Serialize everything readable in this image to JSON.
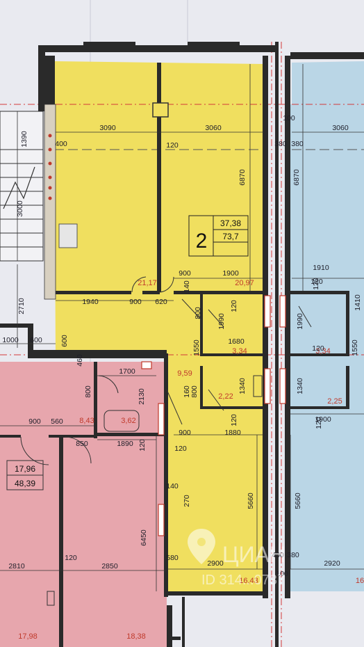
{
  "colors": {
    "paper": "#e9eaf0",
    "apartment_yellow": "#f0df5f",
    "apartment_pink": "#e7a6ad",
    "apartment_blue": "#bad6e6",
    "wall": "#2a2a2a",
    "axis_red": "#d23a3a",
    "area_text": "#c0392b"
  },
  "apartment": {
    "number": "2",
    "living_area": "37,38",
    "total_area": "73,7"
  },
  "rooms": {
    "main_room": "21,17",
    "kitchen": "20,97",
    "bath_yellow": "3,34",
    "toilet_yellow": "2,22",
    "hall_yellow": "9,59",
    "bedroom_yellow": "16,43",
    "bath_blue": "3,34",
    "toilet_blue": "2,25",
    "bedroom_blue_partial": "16",
    "pink_room_a": "8,43",
    "pink_room_b": "3,62",
    "pink_room_c": "17,98",
    "pink_room_d": "18,38",
    "pink_apartment_living": "17,96",
    "pink_apartment_total": "48,39"
  },
  "dimensions": {
    "d3090": "3090",
    "d3060a": "3060",
    "d3060b": "3060",
    "d400": "400",
    "d120a": "120",
    "d6870a": "6870",
    "d6870b": "6870",
    "d1390": "1390",
    "d3000": "3000",
    "d100": "100",
    "d380a": "380",
    "d380b": "380",
    "d900a": "900",
    "d1900a": "1900",
    "d1910": "1910",
    "d140a": "140",
    "d120b": "120",
    "d120c": "120",
    "d1410": "1410",
    "d1940": "1940",
    "d900b": "900",
    "d620": "620",
    "d2710": "2710",
    "d800a": "800",
    "d1990a": "1990",
    "d1990b": "1990",
    "d1680": "1680",
    "d1550a": "1550",
    "d1550b": "1550",
    "d1000": "1000",
    "d600a": "600",
    "d600b": "600",
    "d460": "460",
    "d1700": "1700",
    "d800b": "800",
    "d2130": "2130",
    "d160": "160",
    "d800c": "800",
    "d1340a": "1340",
    "d1340b": "1340",
    "d900c": "900",
    "d560": "560",
    "d850": "850",
    "d1890": "1890",
    "d120d": "120",
    "d900d": "900",
    "d1880": "1880",
    "d1900b": "1900",
    "d120e": "120",
    "d140b": "140",
    "d270": "270",
    "d5660a": "5660",
    "d5660b": "5660",
    "d6450": "6450",
    "d2810": "2810",
    "d120f": "120",
    "d2850": "2850",
    "d580": "580",
    "d2900": "2900",
    "d400b": "400",
    "d380c": "380",
    "d2920": "2920",
    "d100b": "100",
    "d120g": "120",
    "d120h": "120",
    "d120i": "120",
    "d120j": "120"
  },
  "watermark": {
    "brand": "ЦИАН",
    "id_text": "ID 314...0737"
  }
}
